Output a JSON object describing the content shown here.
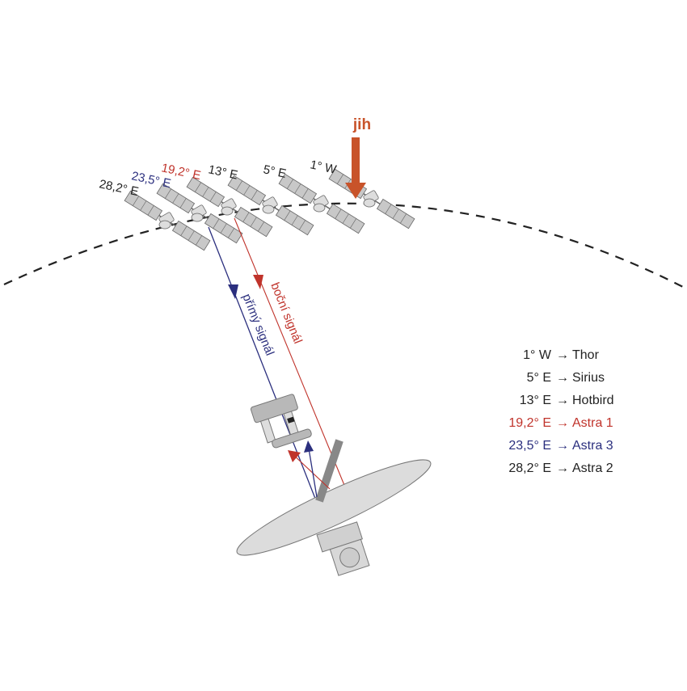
{
  "south_label": "jih",
  "satellites": [
    {
      "label": "28,2° E",
      "color": "#222222"
    },
    {
      "label": "23,5° E",
      "color": "#2b2f7e"
    },
    {
      "label": "19,2° E",
      "color": "#c0332b"
    },
    {
      "label": "13° E",
      "color": "#222222"
    },
    {
      "label": "5° E",
      "color": "#222222"
    },
    {
      "label": "1° W",
      "color": "#222222"
    }
  ],
  "signals": {
    "direct": {
      "label": "přímý signál",
      "color": "#2b2f7e"
    },
    "side": {
      "label": "boční signál",
      "color": "#c0332b"
    }
  },
  "legend": [
    {
      "position": "1° W",
      "arrow": "→",
      "name": "Thor",
      "color": "#222222"
    },
    {
      "position": "5° E",
      "arrow": "→",
      "name": "Sirius",
      "color": "#222222"
    },
    {
      "position": "13° E",
      "arrow": "→",
      "name": "Hotbird",
      "color": "#222222"
    },
    {
      "position": "19,2° E",
      "arrow": "→",
      "name": "Astra 1",
      "color": "#c0332b"
    },
    {
      "position": "23,5° E",
      "arrow": "→",
      "name": "Astra 3",
      "color": "#2b2f7e"
    },
    {
      "position": "28,2° E",
      "arrow": "→",
      "name": "Astra 2",
      "color": "#222222"
    }
  ],
  "colors": {
    "south_arrow": "#c8532a",
    "panel": "#c8c8c8",
    "outline": "#666666"
  }
}
